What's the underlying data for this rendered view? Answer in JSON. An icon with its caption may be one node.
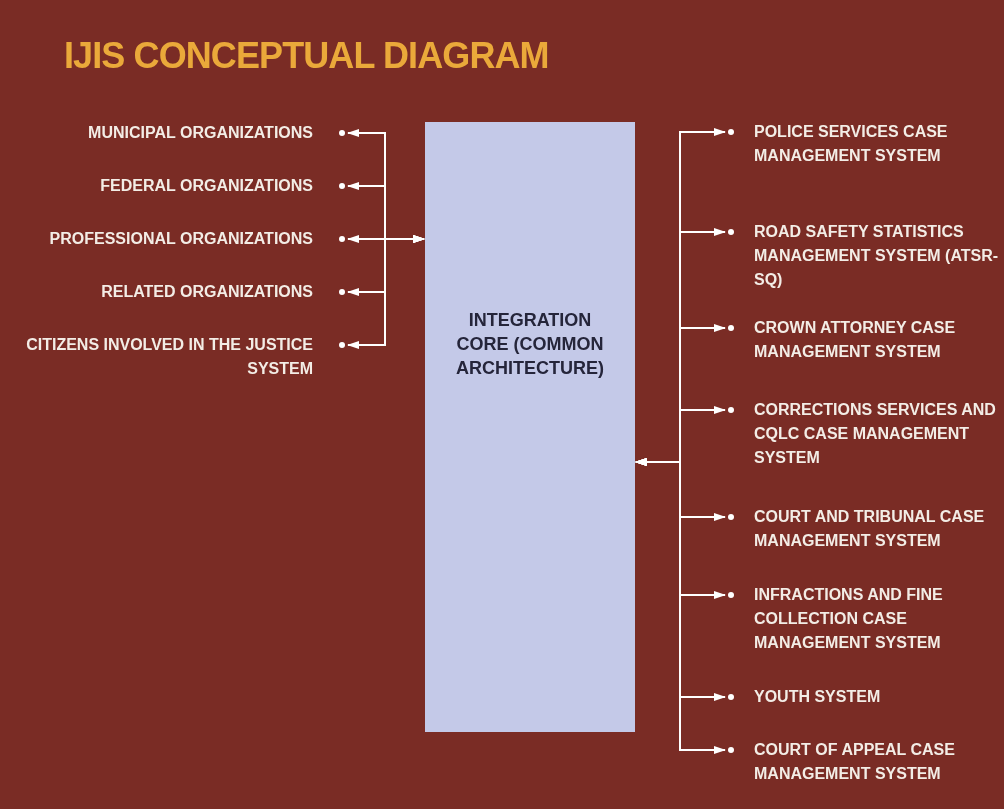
{
  "diagram": {
    "title": "IJIS CONCEPTUAL DIAGRAM",
    "nodes": [
      {
        "text": [
          "INTEGRATION CORE (COMMON ARCHITECTURE)"
        ]
      },
      {
        "text": [
          "MUNICIPAL ORGANIZATIONS"
        ]
      },
      {
        "text": [
          "FEDERAL ORGANIZATIONS"
        ]
      },
      {
        "text": [
          "PROFESSIONAL ORGANIZATIONS"
        ]
      },
      {
        "text": [
          "RELATED ORGANIZATIONS"
        ]
      },
      {
        "text": [
          "CITIZENS INVOLVED IN THE JUSTICE SYSTEM"
        ]
      },
      {
        "text": [
          "POLICE SERVICES CASE MANAGEMENT SYSTEM"
        ]
      },
      {
        "text": [
          "ROAD SAFETY STATISTICS MANAGEMENT SYSTEM (ATSR-SQ)"
        ]
      },
      {
        "text": [
          "CROWN ATTORNEY CASE MANAGEMENT SYSTEM"
        ]
      },
      {
        "text": [
          "CORRECTIONS SERVICES AND CQLC CASE MANAGEMENT SYSTEM"
        ]
      },
      {
        "text": [
          "COURT AND TRIBUNAL CASE MANAGEMENT SYSTEM"
        ]
      },
      {
        "text": [
          "INFRACTIONS AND FINE COLLECTION CASE MANAGEMENT SYSTEM"
        ]
      },
      {
        "text": [
          "YOUTH SYSTEM"
        ]
      },
      {
        "text": [
          "COURT OF APPEAL CASE MANAGEMENT SYSTEM"
        ]
      }
    ],
    "edges": [
      {
        "from": 0,
        "to": 1,
        "arrow": "both"
      },
      {
        "from": 0,
        "to": 2,
        "arrow": "both"
      },
      {
        "from": 0,
        "to": 3,
        "arrow": "both"
      },
      {
        "from": 0,
        "to": 4,
        "arrow": "both"
      },
      {
        "from": 0,
        "to": 5,
        "arrow": "both"
      },
      {
        "from": 0,
        "to": 6,
        "arrow": "both"
      },
      {
        "from": 0,
        "to": 7,
        "arrow": "both"
      },
      {
        "from": 0,
        "to": 8,
        "arrow": "both"
      },
      {
        "from": 0,
        "to": 9,
        "arrow": "both"
      },
      {
        "from": 0,
        "to": 10,
        "arrow": "both"
      },
      {
        "from": 0,
        "to": 11,
        "arrow": "both"
      },
      {
        "from": 0,
        "to": 12,
        "arrow": "both"
      },
      {
        "from": 0,
        "to": 13,
        "arrow": "both"
      }
    ]
  }
}
